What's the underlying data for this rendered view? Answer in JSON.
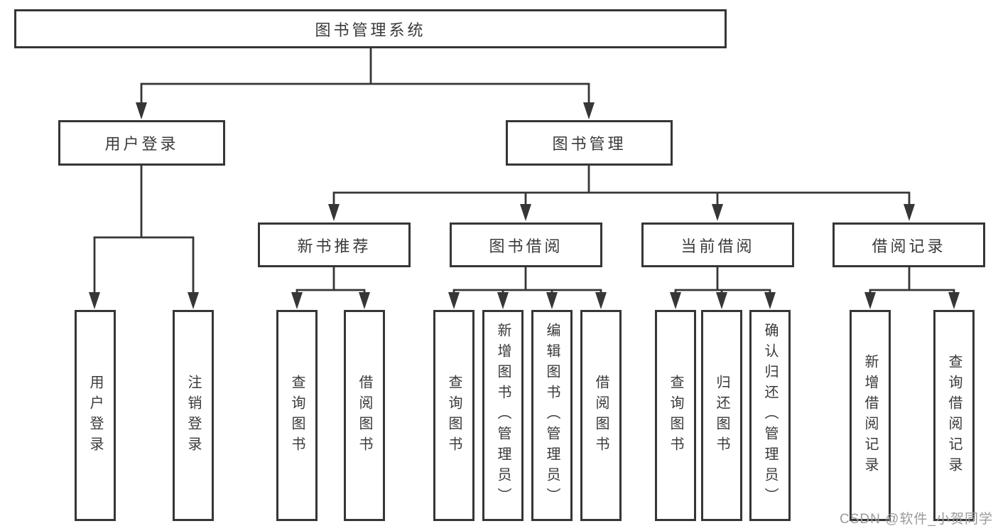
{
  "diagram": {
    "root": {
      "label": "图书管理系统"
    },
    "level1": {
      "user_login": {
        "label": "用户登录"
      },
      "book_management": {
        "label": "图书管理"
      }
    },
    "level2": {
      "new_book_recommend": {
        "label": "新书推荐"
      },
      "book_borrowing": {
        "label": "图书借阅"
      },
      "current_borrowing": {
        "label": "当前借阅"
      },
      "borrowing_records": {
        "label": "借阅记录"
      }
    },
    "leaves": {
      "user_login": {
        "label": "用户登录"
      },
      "logout": {
        "label": "注销登录"
      },
      "nbr_query_books": {
        "label": "查询图书"
      },
      "nbr_borrow_books": {
        "label": "借阅图书"
      },
      "bb_query_books": {
        "label": "查询图书"
      },
      "bb_add_books": {
        "label": "新增图书（管理员）"
      },
      "bb_edit_books": {
        "label": "编辑图书（管理员）"
      },
      "bb_borrow_books": {
        "label": "借阅图书"
      },
      "cb_query_books": {
        "label": "查询图书"
      },
      "cb_return_books": {
        "label": "归还图书"
      },
      "cb_confirm_return": {
        "label": "确认归还（管理员）"
      },
      "br_add_record": {
        "label": "新增借阅记录"
      },
      "br_query_record": {
        "label": "查询借阅记录"
      }
    }
  },
  "watermark": {
    "text": "CSDN @软件_小贺同学"
  },
  "colors": {
    "line": "#363636",
    "text": "#3a3a3a",
    "watermark": "#9b9b9b",
    "bg": "#ffffff"
  }
}
